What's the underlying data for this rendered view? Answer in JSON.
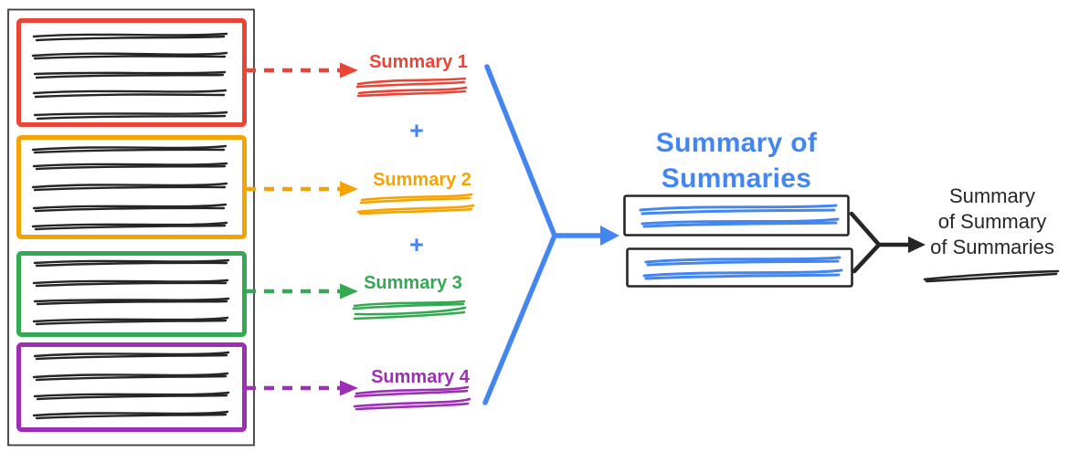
{
  "colors": {
    "red": "#E94537",
    "yellow": "#F5A302",
    "green": "#35A853",
    "purple": "#9C2FB5",
    "blue": "#4386F2",
    "ink": "#262626",
    "outline": "#3C3C3C"
  },
  "source_document": {
    "chunks": [
      {
        "id": "chunk-1",
        "color": "#E94537",
        "scribble_line_count": 5
      },
      {
        "id": "chunk-2",
        "color": "#F5A302",
        "scribble_line_count": 5
      },
      {
        "id": "chunk-3",
        "color": "#35A853",
        "scribble_line_count": 4
      },
      {
        "id": "chunk-4",
        "color": "#9C2FB5",
        "scribble_line_count": 4
      }
    ]
  },
  "chunk_summaries": {
    "separator": "+",
    "items": [
      {
        "label": "Summary 1",
        "color": "#E94537"
      },
      {
        "label": "Summary 2",
        "color": "#F5A302"
      },
      {
        "label": "Summary 3",
        "color": "#35A853"
      },
      {
        "label": "Summary 4",
        "color": "#9C2FB5"
      }
    ]
  },
  "summary_of_summaries": {
    "title": "Summary of Summaries",
    "title_lines": [
      "Summary of",
      "Summaries"
    ],
    "color": "#4386F2",
    "box_count": 2
  },
  "final_summary": {
    "title": "Summary of Summary of Summaries",
    "title_lines": [
      "Summary",
      "of Summary",
      "of Summaries"
    ],
    "color": "#262626"
  }
}
